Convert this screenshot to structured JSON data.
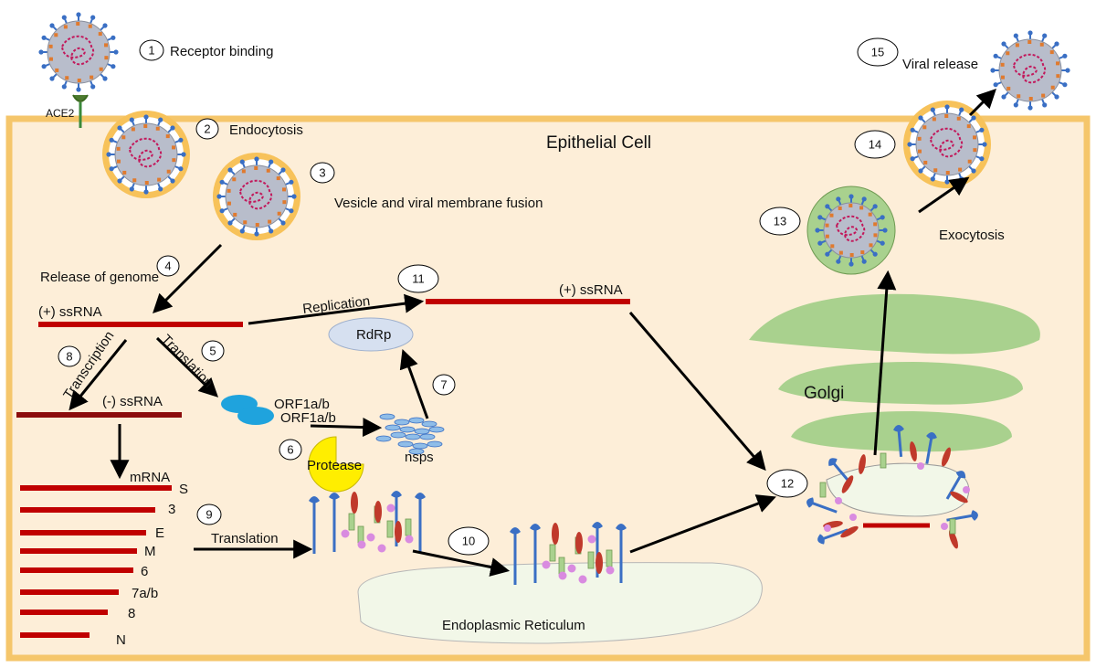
{
  "cell_label": "Epithelial Cell",
  "receptor_label": "ACE2",
  "steps": [
    {
      "n": "1",
      "label": "Receptor binding"
    },
    {
      "n": "2",
      "label": "Endocytosis"
    },
    {
      "n": "3",
      "label": "Vesicle and viral membrane fusion"
    },
    {
      "n": "4",
      "label": "Release of genome"
    },
    {
      "n": "5",
      "label": "Translation"
    },
    {
      "n": "6",
      "label": "Protease"
    },
    {
      "n": "7",
      "label": ""
    },
    {
      "n": "8",
      "label": "Transcription"
    },
    {
      "n": "9",
      "label": "Translation"
    },
    {
      "n": "10",
      "label": ""
    },
    {
      "n": "11",
      "label": "Replication"
    },
    {
      "n": "12",
      "label": ""
    },
    {
      "n": "13",
      "label": ""
    },
    {
      "n": "14",
      "label": "Exocytosis"
    },
    {
      "n": "15",
      "label": "Viral release"
    }
  ],
  "rna": {
    "pos_ssrna": "(+) ssRNA",
    "neg_ssrna": "(-) ssRNA",
    "pos_ssrna_replicated": "(+) ssRNA",
    "mrna": "mRNA"
  },
  "orf_labels": [
    "ORF1a/b",
    "ORF1a/b"
  ],
  "rdrp_label": "RdRp",
  "nsps_label": "nsps",
  "mrna_genes": [
    "S",
    "3",
    "E",
    "M",
    "6",
    "7a/b",
    "8",
    "N"
  ],
  "organelles": {
    "golgi": "Golgi",
    "er": "Endoplasmic Reticulum"
  },
  "colors": {
    "cell_fill": "#fdeed8",
    "cell_border": "#f5c66b",
    "rna": "#c00000",
    "neg_rna": "#8b0d0d",
    "orf": "#1fa3dd",
    "protease": "#ffee00",
    "rdrp": "#d6e0f0",
    "golgi": "#a9d18e",
    "er": "#f2f7e8",
    "virion_body": "#b8bdcb",
    "spike": "#3a6fc4",
    "vesicle": "#f7c25a",
    "vesicle_green": "#a9d18e"
  }
}
